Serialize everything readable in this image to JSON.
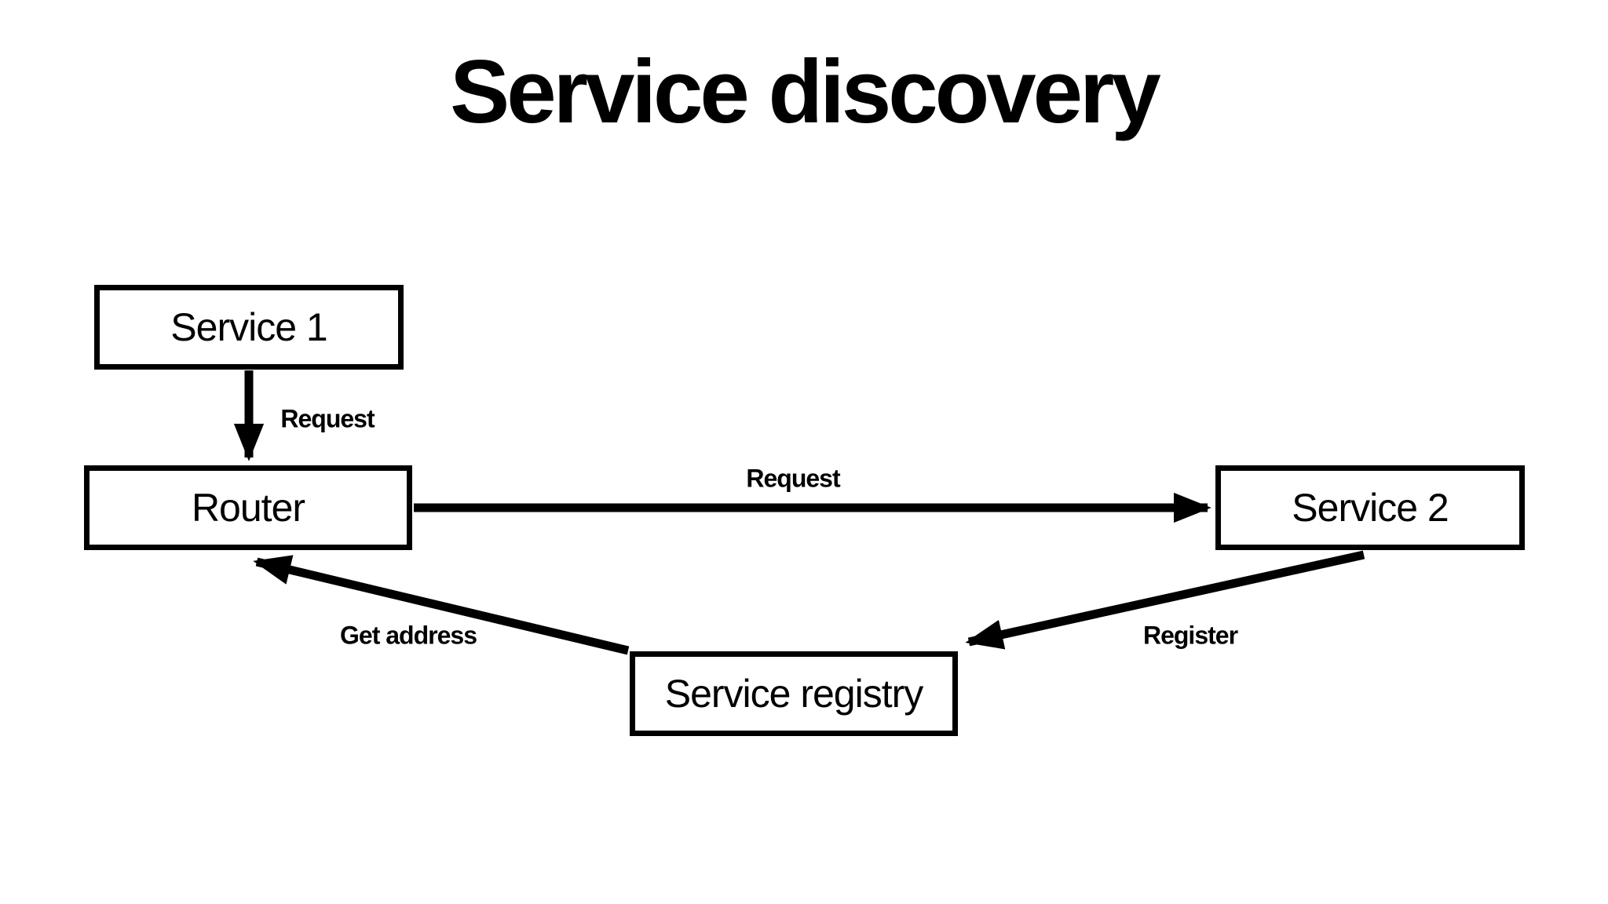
{
  "title": "Service discovery",
  "colors": {
    "background": "#ffffff",
    "stroke": "#000000",
    "text": "#000000"
  },
  "nodes": [
    {
      "id": "service1",
      "label": "Service 1"
    },
    {
      "id": "router",
      "label": "Router"
    },
    {
      "id": "service2",
      "label": "Service 2"
    },
    {
      "id": "registry",
      "label": "Service registry"
    }
  ],
  "edges": [
    {
      "from": "service1",
      "to": "router",
      "label": "Request"
    },
    {
      "from": "router",
      "to": "service2",
      "label": "Request"
    },
    {
      "from": "registry",
      "to": "router",
      "label": "Get address"
    },
    {
      "from": "service2",
      "to": "registry",
      "label": "Register"
    }
  ]
}
